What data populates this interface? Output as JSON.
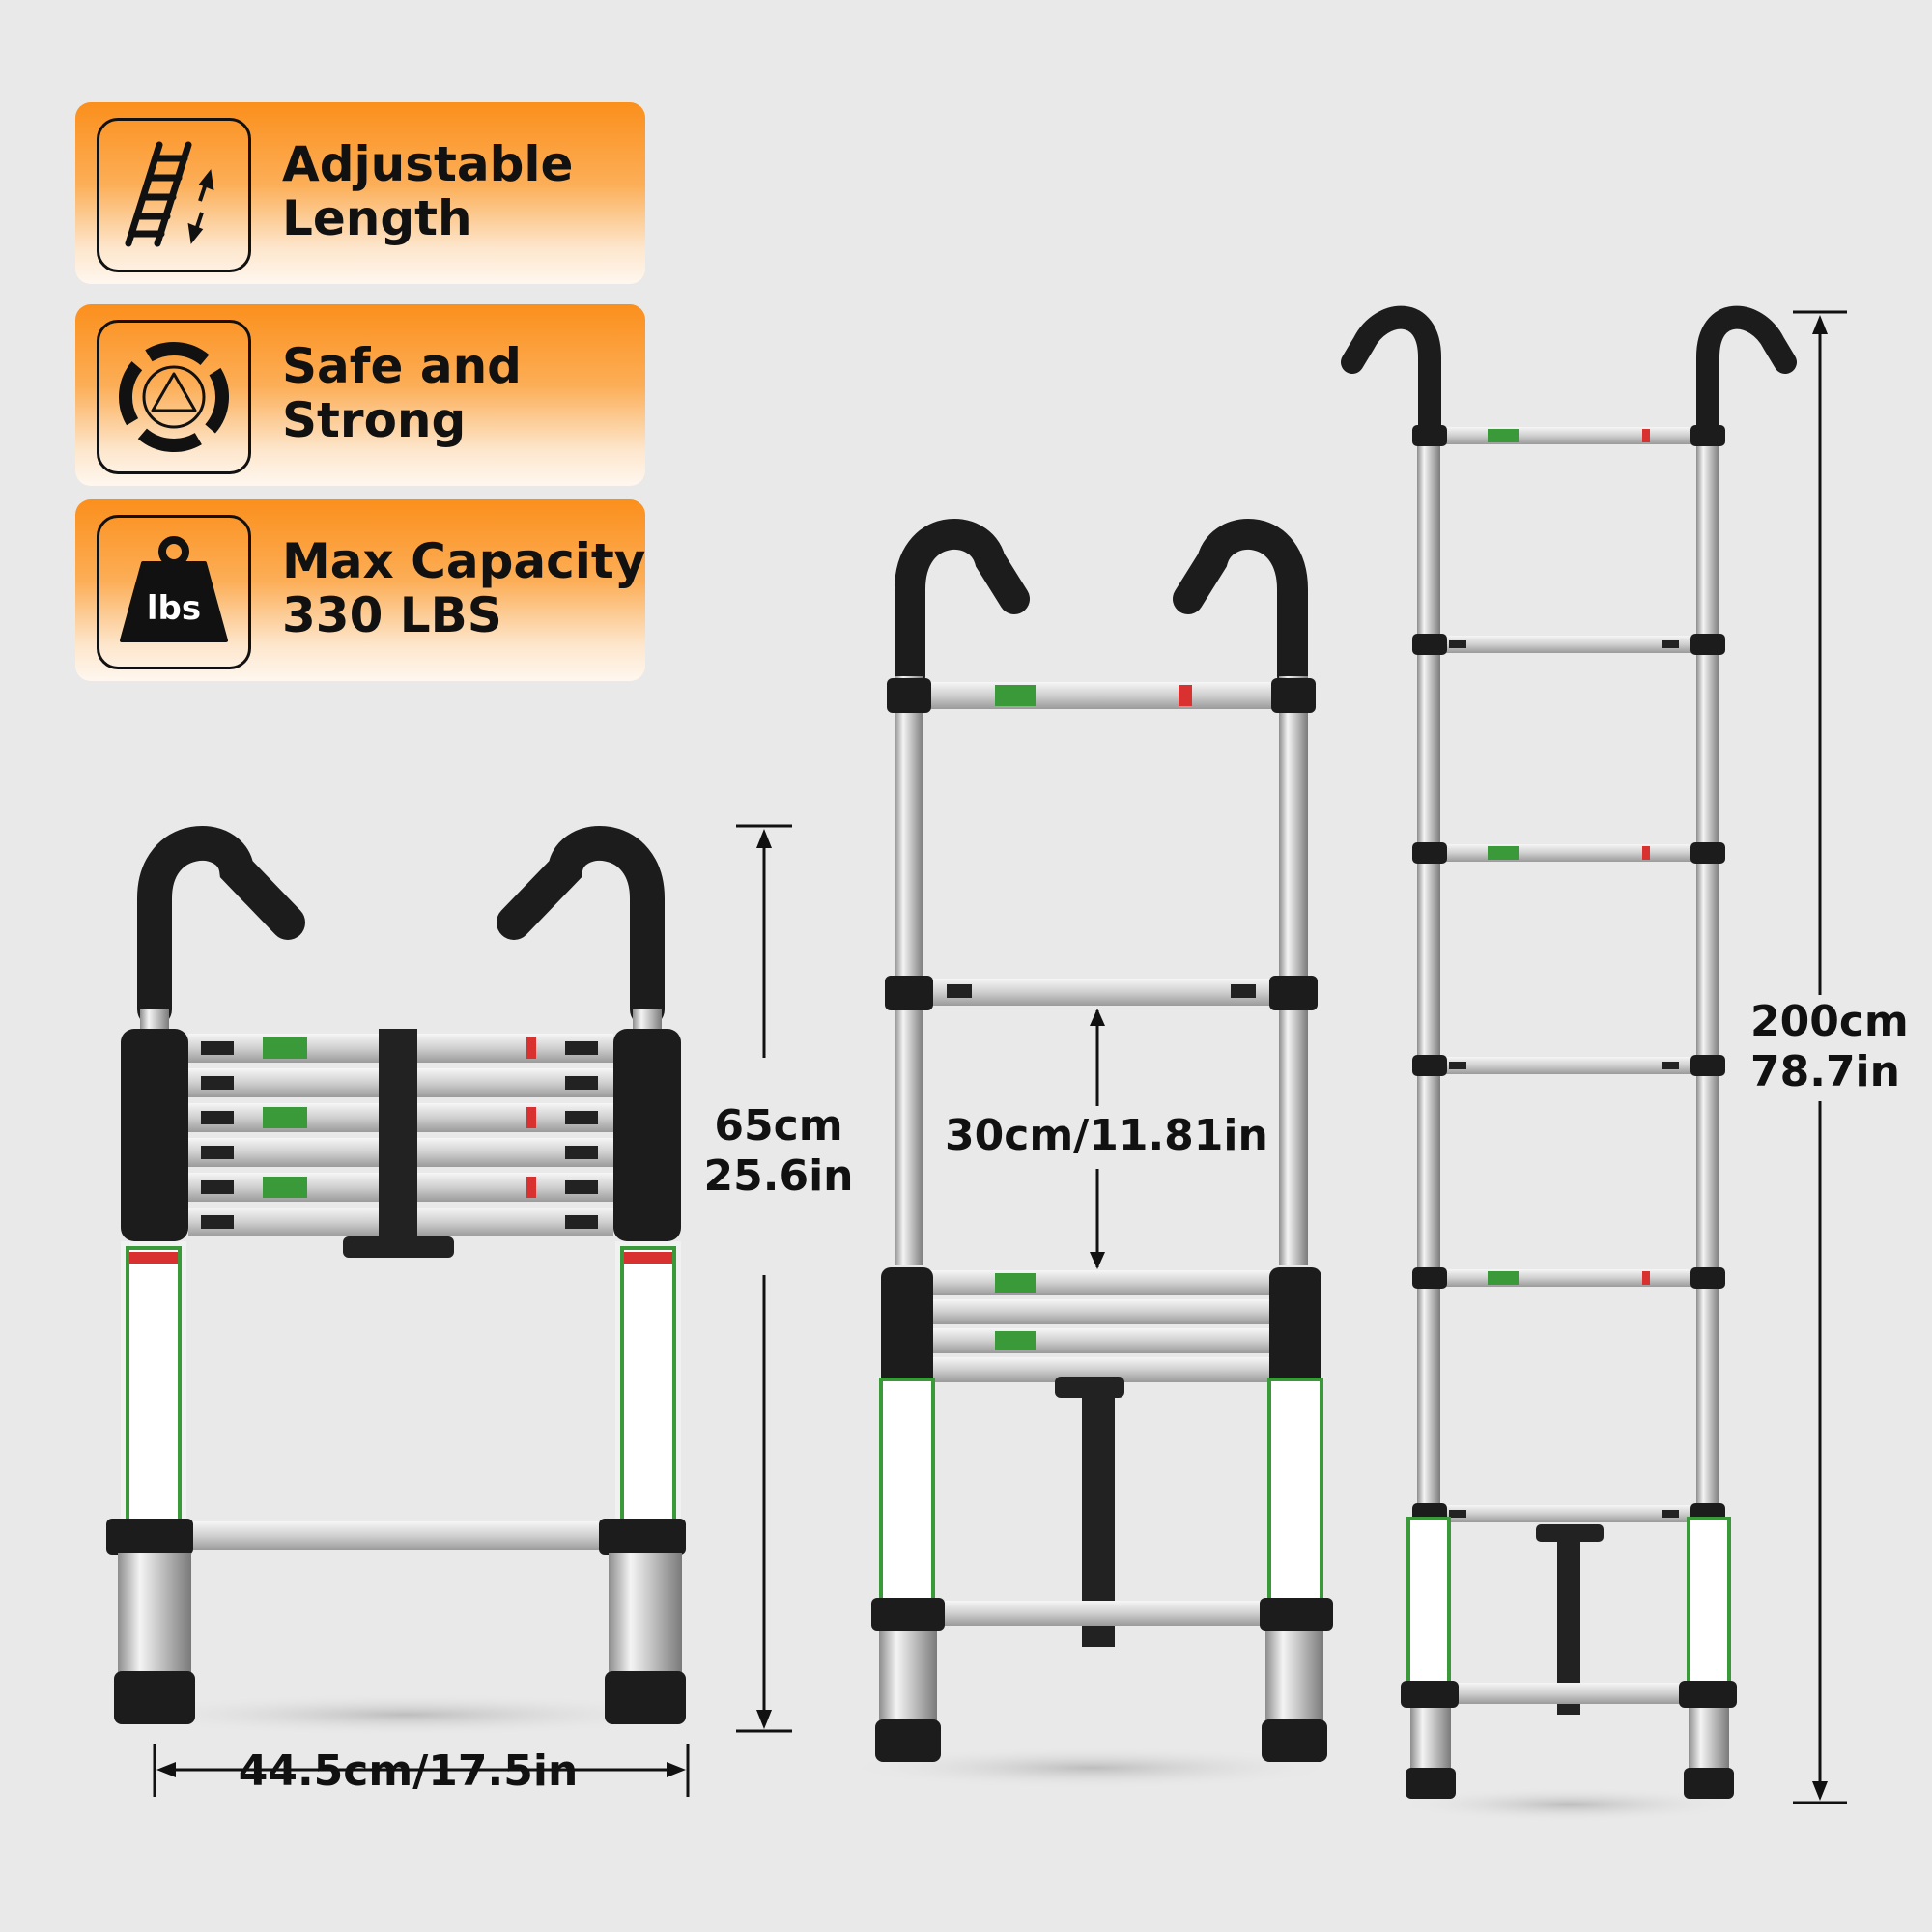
{
  "features": [
    {
      "line1": "Adjustable",
      "line2": "Length",
      "icon": "ladder-arrows-icon"
    },
    {
      "line1": "Safe and",
      "line2": "Strong",
      "icon": "shield-triangle-icon"
    },
    {
      "line1": "Max Capacity",
      "line2": "330 LBS",
      "icon": "weight-icon",
      "icon_text": "lbs"
    }
  ],
  "dimensions": {
    "collapsed_height": {
      "line1": "65cm",
      "line2": "25.6in"
    },
    "width": "44.5cm/17.5in",
    "rung_spacing": "30cm/11.81in",
    "extended_height": {
      "line1": "200cm",
      "line2": "78.7in"
    }
  },
  "colors": {
    "accent": "#fb8f1c",
    "background": "#e9e9e9",
    "label_green": "#3a9a3a",
    "label_red": "#d93030"
  }
}
